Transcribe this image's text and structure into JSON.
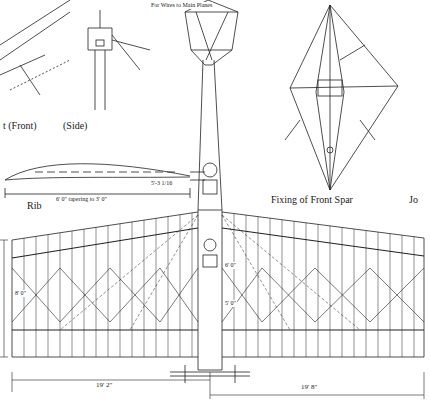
{
  "diagram": {
    "labels": [
      "For Wires to Main Planes",
      "t (Front)",
      "(Side)",
      "Rib",
      "6' 0\" tapering to 3' 0\"",
      "5'-3 1/16",
      "Fixing of Front Spar",
      "Jo",
      "19' 2\"",
      "19' 8\"",
      "6' 0\"",
      "5' 0\"",
      "8' 0\""
    ]
  }
}
